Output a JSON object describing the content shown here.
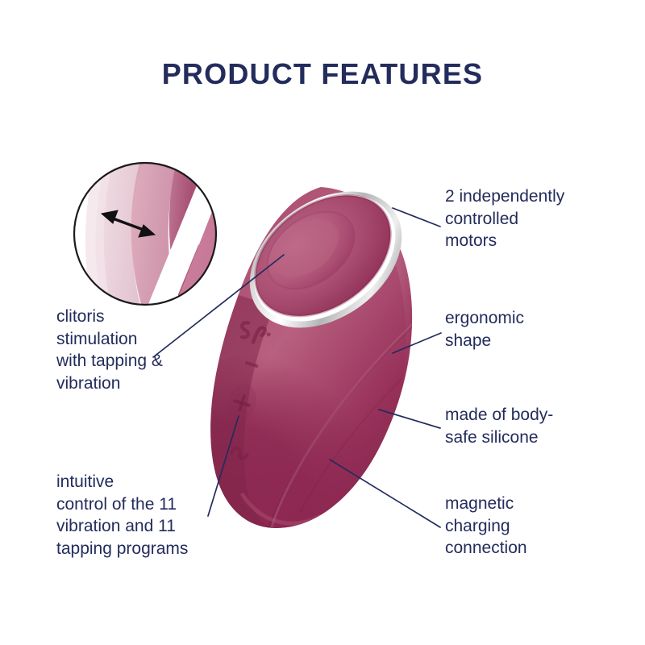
{
  "page": {
    "title": "PRODUCT FEATURES",
    "background_color": "#ffffff",
    "text_color": "#232c5c"
  },
  "colors": {
    "navy": "#232c5c",
    "product_deep_berry": "#8e2a52",
    "product_mid_rose": "#b35a7c",
    "product_highlight": "#c87b96",
    "product_shadow": "#6d1d3e",
    "chrome_light": "#f2f2f2",
    "chrome_dark": "#8a8a8a",
    "inset_pale_pink": "#e8cdd6",
    "inset_rose": "#d08ca6",
    "inset_deep_rose": "#b5577c",
    "leader_line": "#232c5c"
  },
  "callouts": {
    "motors": {
      "text": "2 independently\ncontrolled\nmotors",
      "side": "right"
    },
    "ergonomic": {
      "text": "ergonomic\nshape",
      "side": "right"
    },
    "silicone": {
      "text": "made of body-\nsafe silicone",
      "side": "right"
    },
    "magnetic": {
      "text": "magnetic\ncharging\nconnection",
      "side": "right"
    },
    "clitoris": {
      "text": "clitoris\nstimulation\nwith tapping &\nvibration",
      "side": "left"
    },
    "intuitive": {
      "text": "intuitive\ncontrol of the 11\nvibration and 11\ntapping programs",
      "side": "left"
    }
  },
  "product": {
    "name": "tapping-vibrator",
    "body_shape": "teardrop-egg",
    "head_feature": "oval dome recess with chrome ring",
    "logo": "satisfyer-logo-mark",
    "controls": [
      {
        "name": "minus-button",
        "glyph": "−"
      },
      {
        "name": "plus-button",
        "glyph": "+"
      },
      {
        "name": "wave-power-button",
        "glyph": "∿"
      }
    ]
  },
  "inset": {
    "name": "tapping-motion-detail",
    "arrow": "double-headed-arrow",
    "description": "close-up of tapping surface motion"
  }
}
